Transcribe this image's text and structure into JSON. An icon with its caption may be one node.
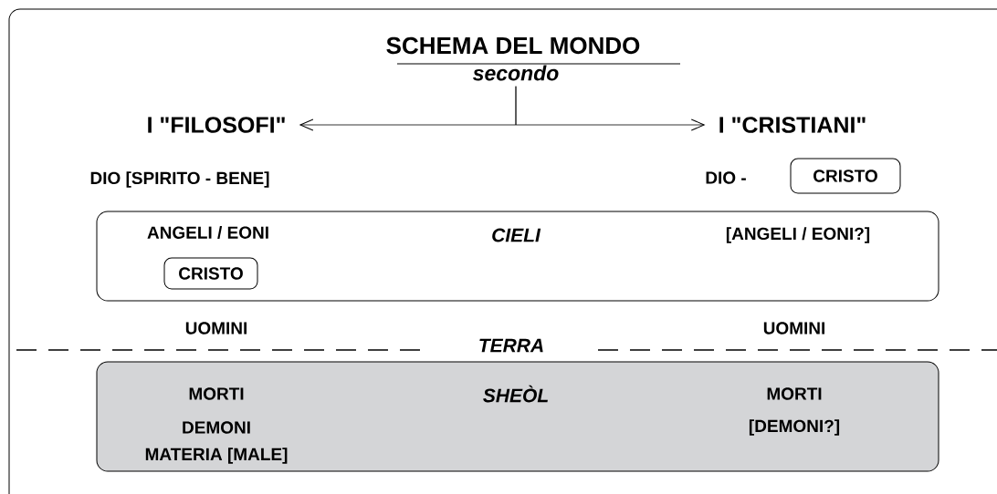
{
  "diagram": {
    "title": "SCHEMA DEL MONDO",
    "nodes": [
      {
        "text": [
          "I \"FILOSOFI\""
        ]
      },
      {
        "text": [
          "I \"CRISTIANI\""
        ]
      },
      {
        "text": [
          "secondo"
        ]
      },
      {
        "text": [
          "CRISTO"
        ]
      },
      {
        "text": [
          "ANGELI / EONI",
          "CIELI",
          "[ANGELI / EONI?]"
        ]
      },
      {
        "text": [
          "CRISTO"
        ],
        "in": 4
      },
      {
        "text": [
          "MORTI",
          "SHEÒL",
          "MORTI",
          "DEMONI",
          "[DEMONI?]",
          "MATERIA [MALE]"
        ]
      }
    ],
    "edges": [
      {
        "from": 2,
        "to": 0,
        "arrow": "to"
      },
      {
        "from": 2,
        "to": 1,
        "arrow": "to"
      }
    ],
    "labels": [
      "DIO [SPIRITO - BENE]",
      "DIO -",
      "UOMINI",
      "TERRA",
      "UOMINI"
    ]
  }
}
